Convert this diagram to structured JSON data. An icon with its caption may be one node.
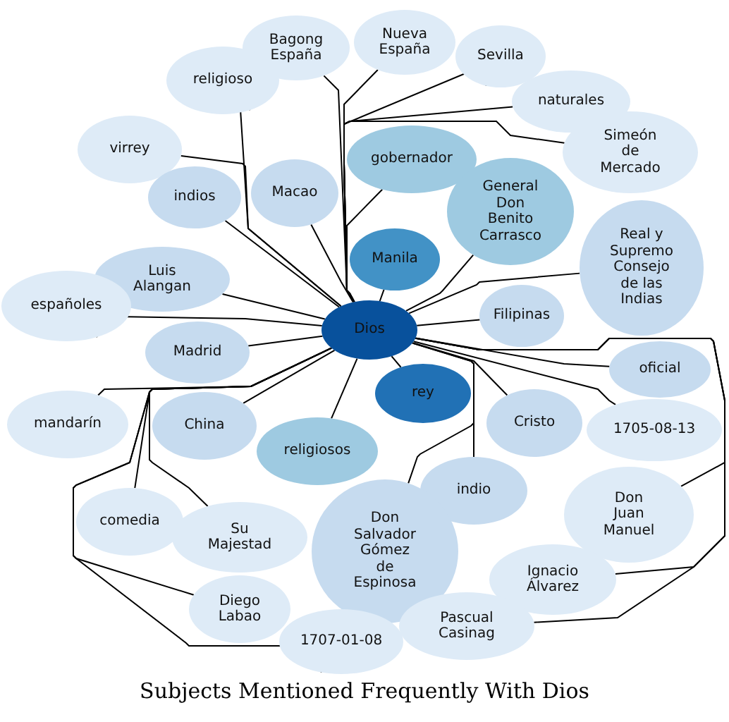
{
  "diagram": {
    "title": "Subjects Mentioned Frequently With Dios",
    "nodes": [
      {
        "text": [
          "Dios"
        ]
      },
      {
        "text": [
          "rey"
        ]
      },
      {
        "text": [
          "Manila"
        ]
      },
      {
        "text": [
          "gobernador"
        ]
      },
      {
        "text": [
          "General Don Benito Carrasco"
        ]
      },
      {
        "text": [
          "Real y Supremo Consejo de las Indias"
        ]
      },
      {
        "text": [
          "Simeón de Mercado"
        ]
      },
      {
        "text": [
          "Filipinas"
        ]
      },
      {
        "text": [
          "oficial"
        ]
      },
      {
        "text": [
          "naturales"
        ]
      },
      {
        "text": [
          "Sevilla"
        ]
      },
      {
        "text": [
          "Nueva España"
        ]
      },
      {
        "text": [
          "Bagong España"
        ]
      },
      {
        "text": [
          "religioso"
        ]
      },
      {
        "text": [
          "virrey"
        ]
      },
      {
        "text": [
          "Macao"
        ]
      },
      {
        "text": [
          "indios"
        ]
      },
      {
        "text": [
          "Luis Alangan"
        ]
      },
      {
        "text": [
          "españoles"
        ]
      },
      {
        "text": [
          "Madrid"
        ]
      },
      {
        "text": [
          "mandarín"
        ]
      },
      {
        "text": [
          "China"
        ]
      },
      {
        "text": [
          "religiosos"
        ]
      },
      {
        "text": [
          "Cristo"
        ]
      },
      {
        "text": [
          "1705-08-13"
        ]
      },
      {
        "text": [
          "indio"
        ]
      },
      {
        "text": [
          "Don Juan Manuel"
        ]
      },
      {
        "text": [
          "comedia"
        ]
      },
      {
        "text": [
          "Su Majestad"
        ]
      },
      {
        "text": [
          "Don Salvador Gómez de Espinosa"
        ]
      },
      {
        "text": [
          "Ignacio Álvarez"
        ]
      },
      {
        "text": [
          "Diego Labao"
        ]
      },
      {
        "text": [
          "1707-01-08"
        ]
      },
      {
        "text": [
          "Pascual Casinag"
        ]
      }
    ],
    "edges": [
      {
        "from": 0,
        "to": 1,
        "arrow": "none"
      },
      {
        "from": 0,
        "to": 2,
        "arrow": "none"
      },
      {
        "from": 0,
        "to": 3,
        "arrow": "none"
      },
      {
        "from": 0,
        "to": 4,
        "arrow": "none"
      },
      {
        "from": 0,
        "to": 5,
        "arrow": "none"
      },
      {
        "from": 0,
        "to": 6,
        "arrow": "none"
      },
      {
        "from": 0,
        "to": 7,
        "arrow": "none"
      },
      {
        "from": 0,
        "to": 8,
        "arrow": "none"
      },
      {
        "from": 0,
        "to": 9,
        "arrow": "none"
      },
      {
        "from": 0,
        "to": 10,
        "arrow": "none"
      },
      {
        "from": 0,
        "to": 11,
        "arrow": "none"
      },
      {
        "from": 0,
        "to": 12,
        "arrow": "none"
      },
      {
        "from": 0,
        "to": 13,
        "arrow": "none"
      },
      {
        "from": 0,
        "to": 14,
        "arrow": "none"
      },
      {
        "from": 0,
        "to": 15,
        "arrow": "none"
      },
      {
        "from": 0,
        "to": 16,
        "arrow": "none"
      },
      {
        "from": 0,
        "to": 17,
        "arrow": "none"
      },
      {
        "from": 0,
        "to": 18,
        "arrow": "none"
      },
      {
        "from": 0,
        "to": 19,
        "arrow": "none"
      },
      {
        "from": 0,
        "to": 20,
        "arrow": "none"
      },
      {
        "from": 0,
        "to": 21,
        "arrow": "none"
      },
      {
        "from": 0,
        "to": 22,
        "arrow": "none"
      },
      {
        "from": 0,
        "to": 23,
        "arrow": "none"
      },
      {
        "from": 0,
        "to": 24,
        "arrow": "none"
      },
      {
        "from": 0,
        "to": 25,
        "arrow": "none"
      },
      {
        "from": 0,
        "to": 26,
        "arrow": "none"
      },
      {
        "from": 0,
        "to": 27,
        "arrow": "none"
      },
      {
        "from": 0,
        "to": 28,
        "arrow": "none"
      },
      {
        "from": 0,
        "to": 29,
        "arrow": "none"
      },
      {
        "from": 0,
        "to": 30,
        "arrow": "none"
      },
      {
        "from": 0,
        "to": 31,
        "arrow": "none"
      },
      {
        "from": 0,
        "to": 32,
        "arrow": "none"
      },
      {
        "from": 0,
        "to": 33,
        "arrow": "none"
      }
    ]
  }
}
